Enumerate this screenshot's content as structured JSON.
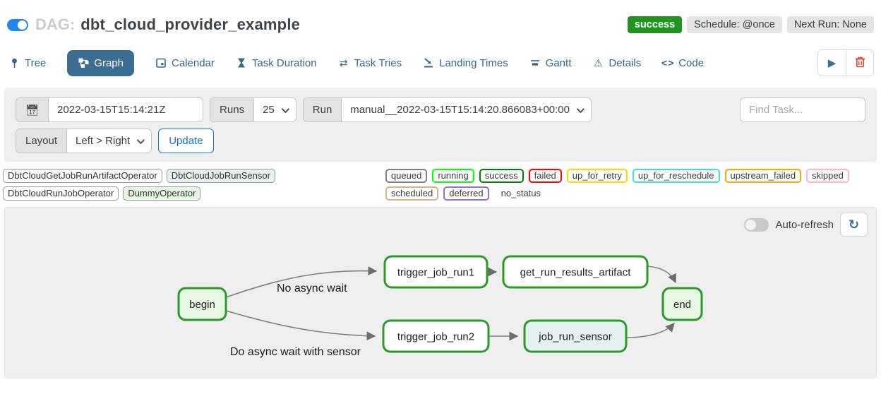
{
  "header": {
    "dag_label": "DAG:",
    "dag_name": "dbt_cloud_provider_example",
    "pause_toggle_state": "on",
    "badges": {
      "status": "success",
      "schedule": "Schedule: @once",
      "next_run": "Next Run: None"
    }
  },
  "colors": {
    "success_green": "#1f941f",
    "active_tab_blue": "#3c6e93",
    "link_blue": "#35688c",
    "update_blue": "#1a73c8",
    "trash_red": "#e04532",
    "node_border_green": "#2a9a2a",
    "edge_gray": "#7f7f7f"
  },
  "tabs": [
    {
      "label": "Tree"
    },
    {
      "label": "Graph"
    },
    {
      "label": "Calendar"
    },
    {
      "label": "Task Duration"
    },
    {
      "label": "Task Tries"
    },
    {
      "label": "Landing Times"
    },
    {
      "label": "Gantt"
    },
    {
      "label": "Details"
    },
    {
      "label": "Code"
    }
  ],
  "filters": {
    "base_date_value": "2022-03-15T15:14:21Z",
    "runs_label": "Runs",
    "runs_value": "25",
    "run_label": "Run",
    "run_value": "manual__2022-03-15T15:14:20.866083+00:00",
    "find_task_placeholder": "Find Task...",
    "layout_label": "Layout",
    "layout_value": "Left > Right",
    "update_button": "Update"
  },
  "legend": {
    "operators": [
      {
        "name": "DbtCloudGetJobRunArtifactOperator",
        "color": "#ffffff"
      },
      {
        "name": "DbtCloudJobRunSensor",
        "color": "#e6f1f2"
      },
      {
        "name": "DbtCloudRunJobOperator",
        "color": "#ffffff"
      },
      {
        "name": "DummyOperator",
        "color": "#e8f7e4"
      }
    ],
    "statuses": [
      {
        "name": "queued",
        "color": "#808080"
      },
      {
        "name": "running",
        "color": "#00ff00"
      },
      {
        "name": "success",
        "color": "#008000"
      },
      {
        "name": "failed",
        "color": "#ff0000"
      },
      {
        "name": "up_for_retry",
        "color": "#ffd700"
      },
      {
        "name": "up_for_reschedule",
        "color": "#40e0d0"
      },
      {
        "name": "upstream_failed",
        "color": "#ffa500"
      },
      {
        "name": "skipped",
        "color": "#ffb6c1"
      },
      {
        "name": "scheduled",
        "color": "#d2b48c"
      },
      {
        "name": "deferred",
        "color": "#9370db"
      },
      {
        "name": "no_status",
        "color": "transparent"
      }
    ]
  },
  "graph": {
    "auto_refresh_label": "Auto-refresh",
    "edge_labels": [
      {
        "text": "No async wait"
      },
      {
        "text": "Do async wait with sensor"
      }
    ],
    "nodes": [
      {
        "label": "begin",
        "fill": "#e8f7e4"
      },
      {
        "label": "trigger_job_run1",
        "fill": "#ffffff"
      },
      {
        "label": "get_run_results_artifact",
        "fill": "#ffffff"
      },
      {
        "label": "trigger_job_run2",
        "fill": "#ffffff"
      },
      {
        "label": "job_run_sensor",
        "fill": "#e6f1f2"
      },
      {
        "label": "end",
        "fill": "#e8f7e4"
      }
    ]
  }
}
